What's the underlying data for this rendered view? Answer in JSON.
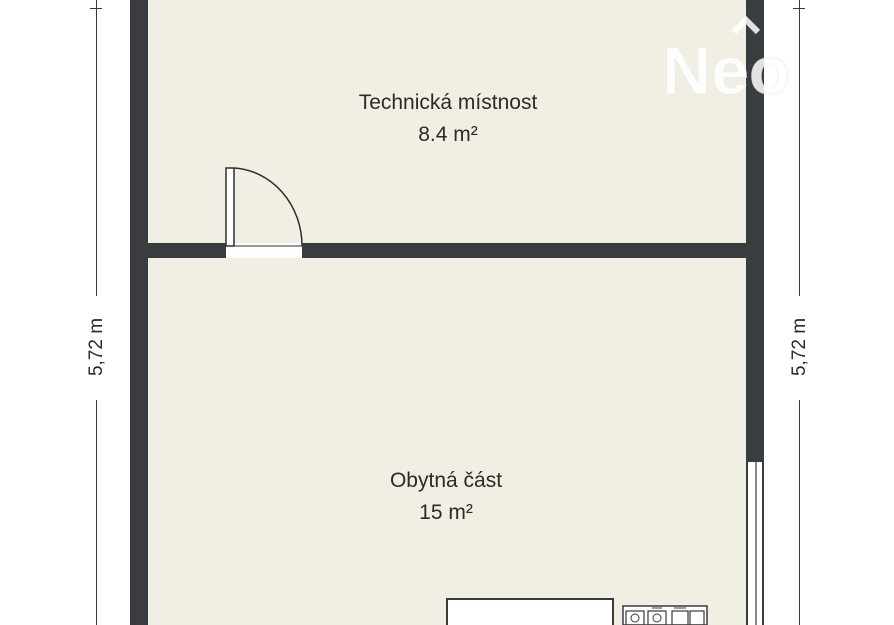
{
  "rooms": [
    {
      "name": "Technická místnost",
      "area": "8.4 m²"
    },
    {
      "name": "Obytná část",
      "area": "15 m²"
    }
  ],
  "dimensions": {
    "left": "5,72 m",
    "right": "5,72 m"
  },
  "watermark": "Neo",
  "colors": {
    "wall": "#3a3d40",
    "floor": "#f1efe3"
  }
}
